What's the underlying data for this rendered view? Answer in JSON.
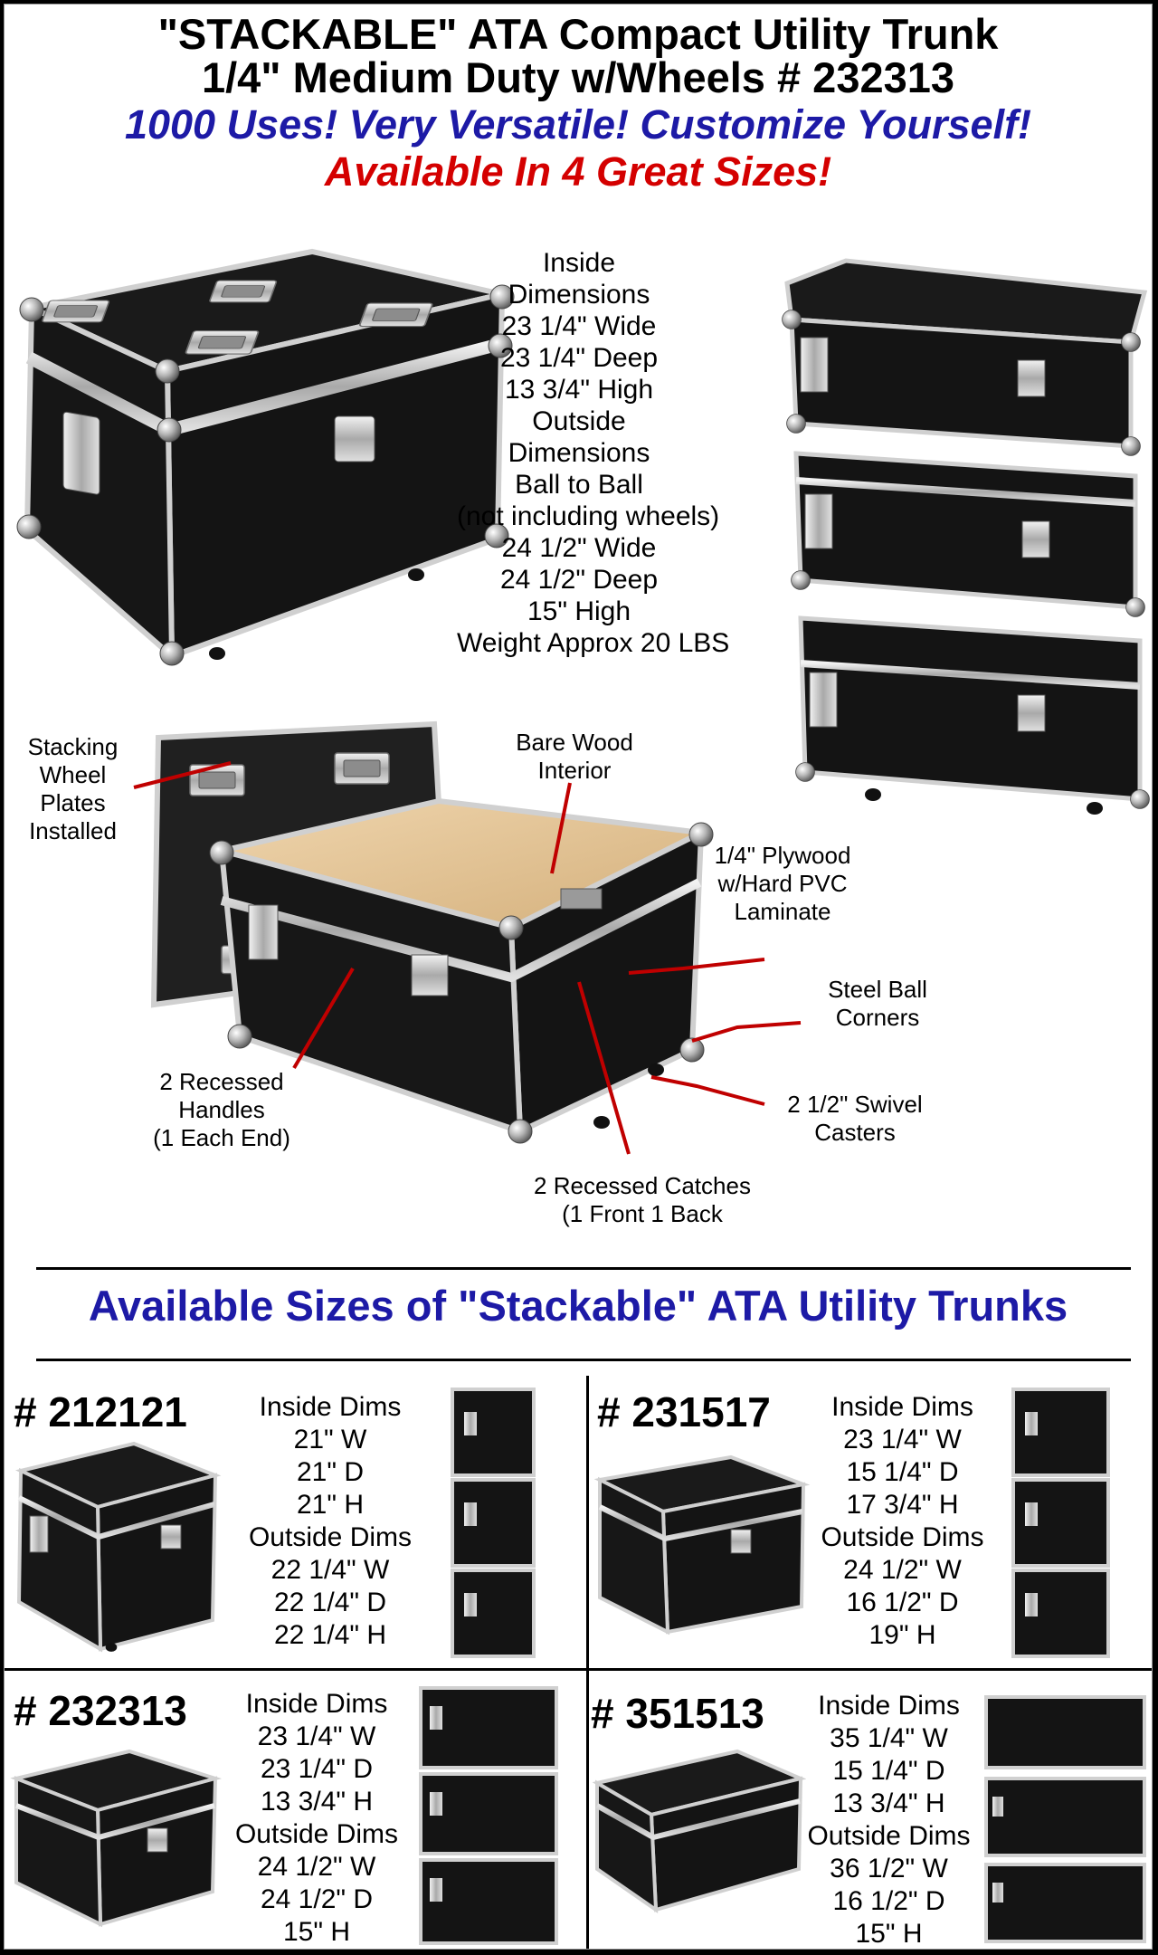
{
  "header": {
    "title_line1": "\"STACKABLE\" ATA Compact Utility Trunk",
    "title_line2": "1/4\" Medium Duty w/Wheels # 232313",
    "tagline": "1000 Uses! Very Versatile! Customize Yourself!",
    "availability": "Available In 4 Great Sizes!"
  },
  "main_specs": [
    "Inside",
    "Dimensions",
    "23 1/4\" Wide",
    "23 1/4\" Deep",
    "13 3/4\" High",
    "Outside",
    "Dimensions",
    "Ball to Ball",
    "(not including wheels)",
    "24 1/2\" Wide",
    "24 1/2\" Deep",
    "15\" High",
    "Weight Approx 20 LBS"
  ],
  "callouts": {
    "stacking_plates": "Stacking\nWheel\nPlates\nInstalled",
    "bare_wood": "Bare Wood\nInterior",
    "plywood": "1/4\" Plywood\nw/Hard PVC\nLaminate",
    "steel_corners": "Steel Ball\nCorners",
    "handles": "2 Recessed\nHandles\n(1 Each End)",
    "casters": "2 1/2\" Swivel\nCasters",
    "catches": "2 Recessed Catches\n(1 Front 1 Back"
  },
  "sizes_heading": "Available Sizes of \"Stackable\" ATA Utility Trunks",
  "models": [
    {
      "number": "# 212121",
      "dims": [
        "Inside Dims",
        "21\" W",
        "21\" D",
        "21\" H",
        "Outside Dims",
        "22 1/4\" W",
        "22 1/4\" D",
        "22 1/4\" H"
      ]
    },
    {
      "number": "# 231517",
      "dims": [
        "Inside Dims",
        "23 1/4\" W",
        "15 1/4\" D",
        "17 3/4\" H",
        "Outside Dims",
        "24 1/2\" W",
        "16 1/2\" D",
        "19\" H"
      ]
    },
    {
      "number": "# 232313",
      "dims": [
        "Inside Dims",
        "23 1/4\" W",
        "23 1/4\" D",
        "13 3/4\" H",
        "Outside Dims",
        "24 1/2\" W",
        "24 1/2\" D",
        "15\" H"
      ]
    },
    {
      "number": "# 351513",
      "dims": [
        "Inside Dims",
        "35 1/4\" W",
        "15 1/4\" D",
        "13 3/4\" H",
        "Outside Dims",
        "36 1/2\" W",
        "16 1/2\" D",
        "15\" H"
      ]
    }
  ],
  "colors": {
    "blue": "#1d1aa6",
    "red": "#d40000",
    "case_black": "#141414",
    "aluminum": "#c8c8c8",
    "wood": "#e2c49a"
  }
}
